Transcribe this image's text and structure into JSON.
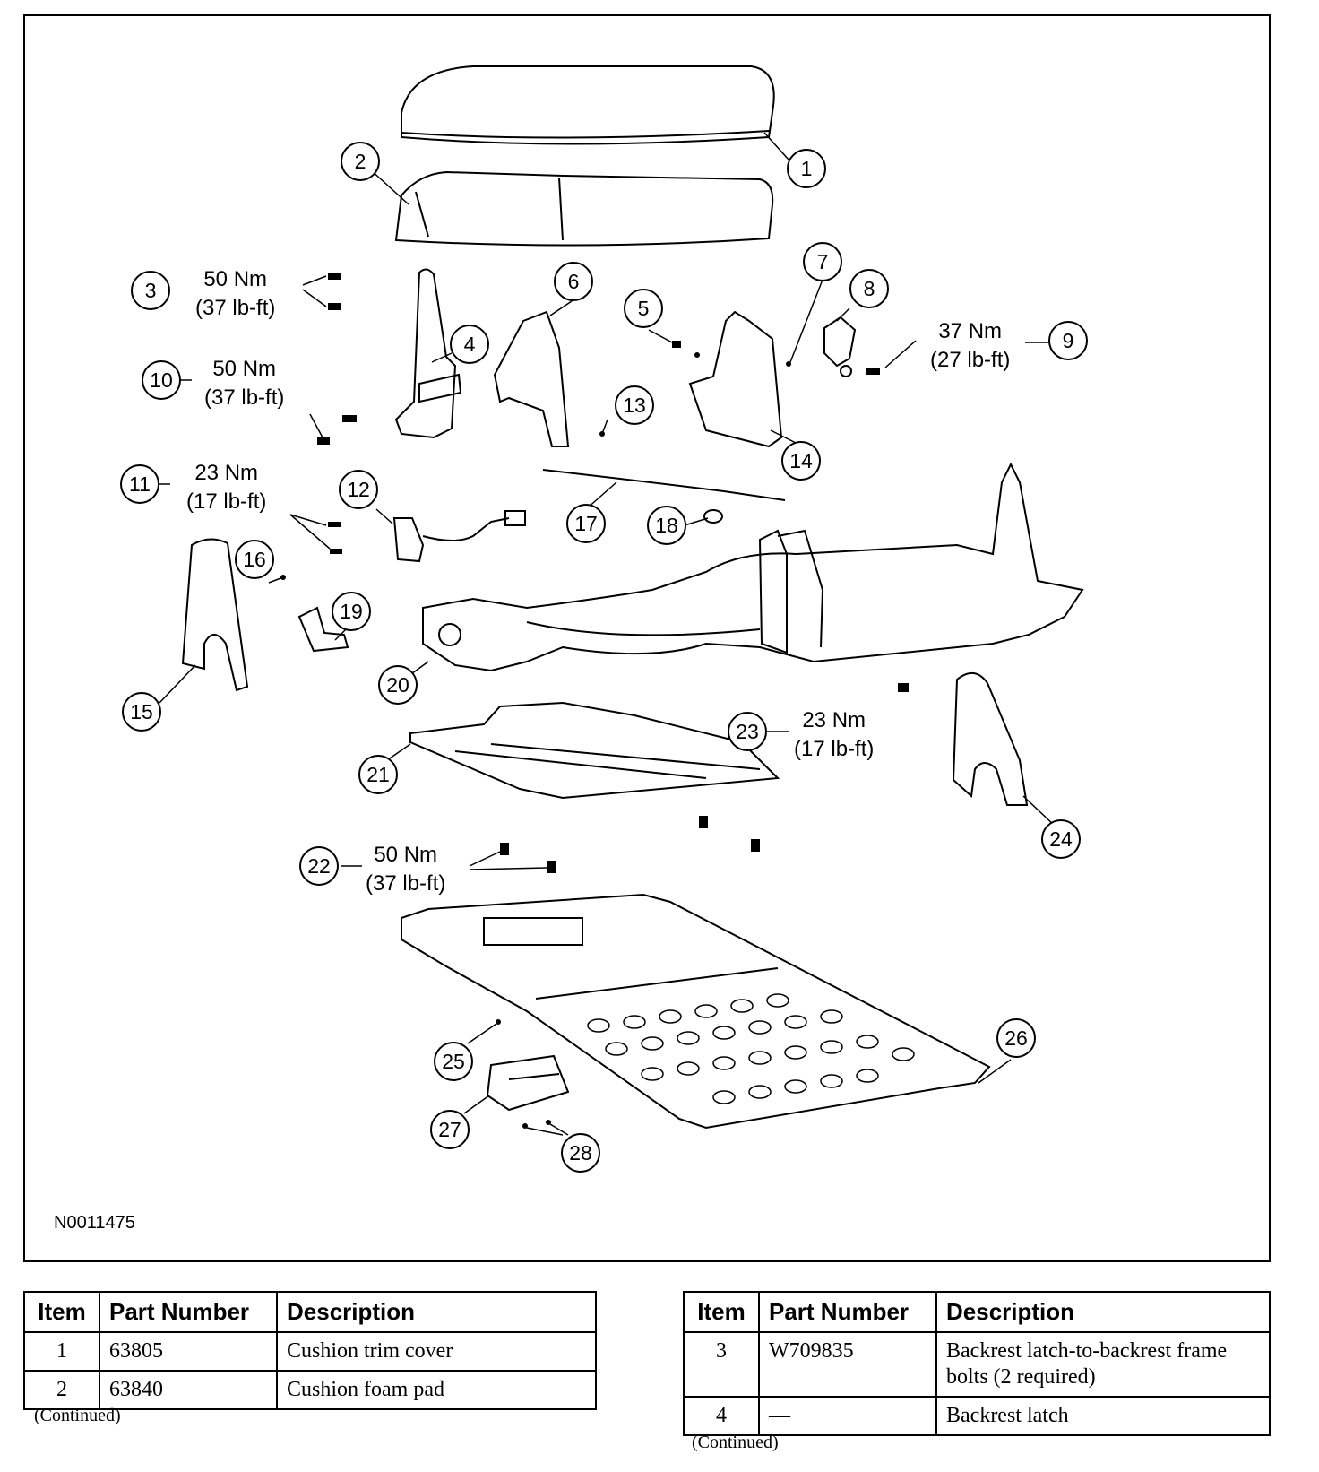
{
  "figure": {
    "id": "N0011475",
    "callouts": [
      "1",
      "2",
      "3",
      "4",
      "5",
      "6",
      "7",
      "8",
      "9",
      "10",
      "11",
      "12",
      "13",
      "14",
      "15",
      "16",
      "17",
      "18",
      "19",
      "20",
      "21",
      "22",
      "23",
      "24",
      "25",
      "26",
      "27",
      "28"
    ],
    "torques": {
      "t3": {
        "nm": "50 Nm",
        "lbft": "(37 lb-ft)"
      },
      "t9": {
        "nm": "37 Nm",
        "lbft": "(27 lb-ft)"
      },
      "t10": {
        "nm": "50 Nm",
        "lbft": "(37 lb-ft)"
      },
      "t11": {
        "nm": "23 Nm",
        "lbft": "(17 lb-ft)"
      },
      "t22": {
        "nm": "50 Nm",
        "lbft": "(37 lb-ft)"
      },
      "t23": {
        "nm": "23 Nm",
        "lbft": "(17 lb-ft)"
      }
    }
  },
  "tables": {
    "headers": {
      "item": "Item",
      "part": "Part Number",
      "desc": "Description"
    },
    "left": {
      "rows": [
        {
          "item": "1",
          "part": "63805",
          "desc": "Cushion trim cover"
        },
        {
          "item": "2",
          "part": "63840",
          "desc": "Cushion foam pad"
        }
      ],
      "note": "(Continued)"
    },
    "right": {
      "rows": [
        {
          "item": "3",
          "part": "W709835",
          "desc": "Backrest latch-to-backrest frame bolts (2 required)"
        },
        {
          "item": "4",
          "part": "—",
          "desc": "Backrest latch"
        }
      ],
      "note": "(Continued)"
    }
  }
}
